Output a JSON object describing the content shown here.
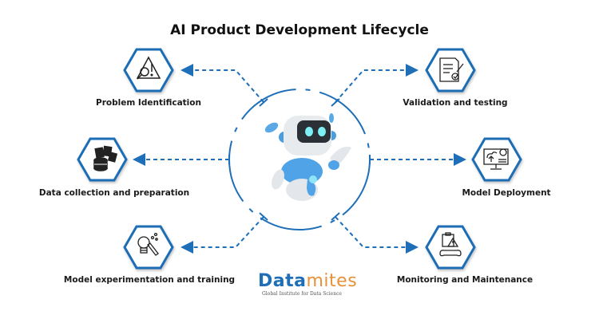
{
  "title": "AI Product Development Lifecycle",
  "center": {
    "image": "robot-illustration"
  },
  "colors": {
    "accent": "#1e6fb8",
    "hex_border": "#1a6db5",
    "logo_orange": "#e8913a"
  },
  "stages": [
    {
      "label": "Problem Identification",
      "icon": "warning-magnifier-icon",
      "side": "left"
    },
    {
      "label": "Data collection and preparation",
      "icon": "database-documents-icon",
      "side": "left"
    },
    {
      "label": "Model experimentation and training",
      "icon": "lightbulb-test-tube-icon",
      "side": "left"
    },
    {
      "label": "Validation and testing",
      "icon": "document-check-icon",
      "side": "right"
    },
    {
      "label": "Model Deployment",
      "icon": "monitor-upload-gear-icon",
      "side": "right"
    },
    {
      "label": "Monitoring and Maintenance",
      "icon": "clipboard-wrench-icon",
      "side": "right"
    }
  ],
  "logo": {
    "name_part1": "Data",
    "name_part2": "mites",
    "tagline": "Global Institute for Data Science"
  }
}
